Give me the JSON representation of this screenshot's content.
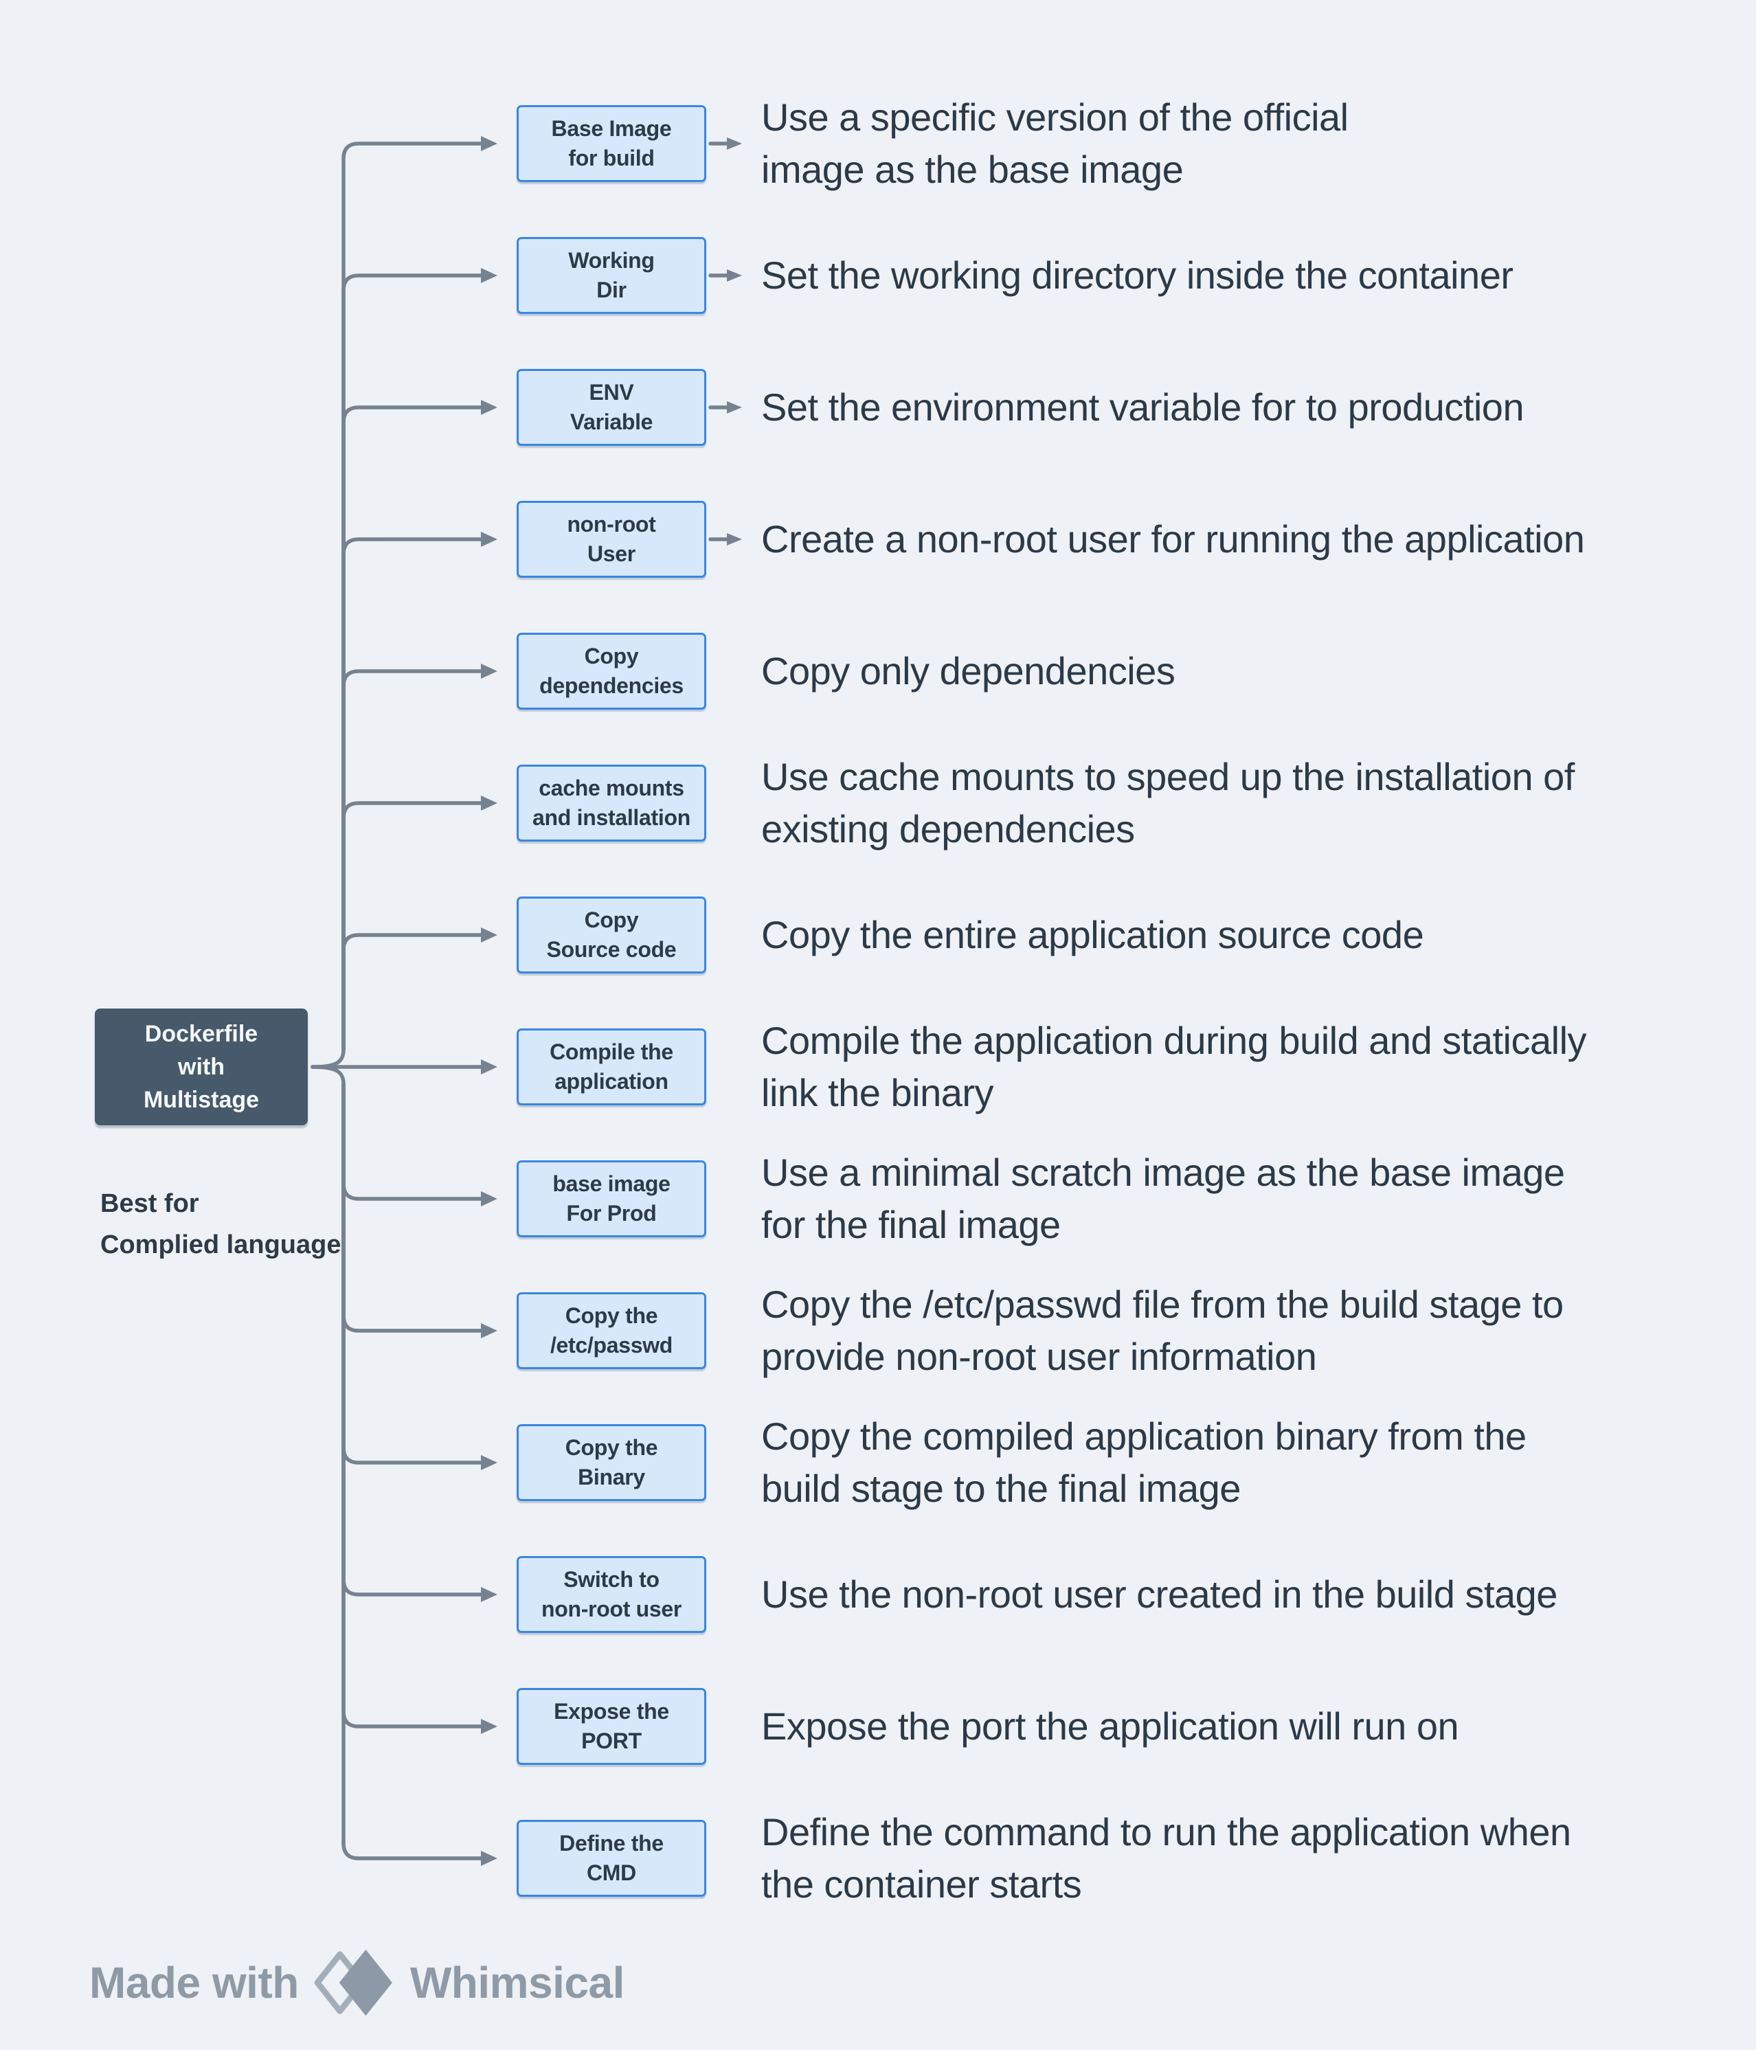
{
  "root": {
    "label": "Dockerfile\nwith\nMultistage",
    "caption": "Best for\nComplied language"
  },
  "rows": [
    {
      "label": "Base Image\nfor build",
      "desc": "Use a specific version of the official\nimage as the base image"
    },
    {
      "label": "Working\nDir",
      "desc": "Set the working directory inside the container"
    },
    {
      "label": "ENV\nVariable",
      "desc": "Set the environment variable for to production"
    },
    {
      "label": "non-root\nUser",
      "desc": "Create a non-root user for running the application"
    },
    {
      "label": "Copy\ndependencies",
      "desc": "Copy only dependencies"
    },
    {
      "label": "cache mounts\nand installation",
      "desc": "Use cache mounts to speed up the installation of\nexisting dependencies"
    },
    {
      "label": "Copy\nSource code",
      "desc": "Copy the entire application source code"
    },
    {
      "label": "Compile the\napplication",
      "desc": "Compile the application during build and statically\nlink the binary"
    },
    {
      "label": "base image\nFor Prod",
      "desc": "Use a minimal scratch image as the base image\nfor the final image"
    },
    {
      "label": "Copy the\n/etc/passwd",
      "desc": "Copy the /etc/passwd file from the build stage to\nprovide non-root user information"
    },
    {
      "label": "Copy the\nBinary",
      "desc": "Copy the compiled application binary from the\nbuild stage to the final image"
    },
    {
      "label": "Switch to\nnon-root user",
      "desc": "Use the non-root user created in the build stage"
    },
    {
      "label": "Expose the\nPORT",
      "desc": "Expose the port the application will run on"
    },
    {
      "label": "Define the\nCMD",
      "desc": "Define the command to run the application when\nthe container starts"
    }
  ],
  "footer": {
    "made_with": "Made with",
    "brand": "Whimsical",
    "logo_icon": "whimsical-diamonds-icon"
  },
  "colors": {
    "background": "#eef1f5",
    "node_fill": "#d6e8fa",
    "node_border": "#3a87e0",
    "node_text": "#2d3a47",
    "root_fill": "#475a6b",
    "root_text": "#f5f8fa",
    "description_text": "#2c3947",
    "connector": "#76828f",
    "footer_text": "#8f9aa7"
  }
}
